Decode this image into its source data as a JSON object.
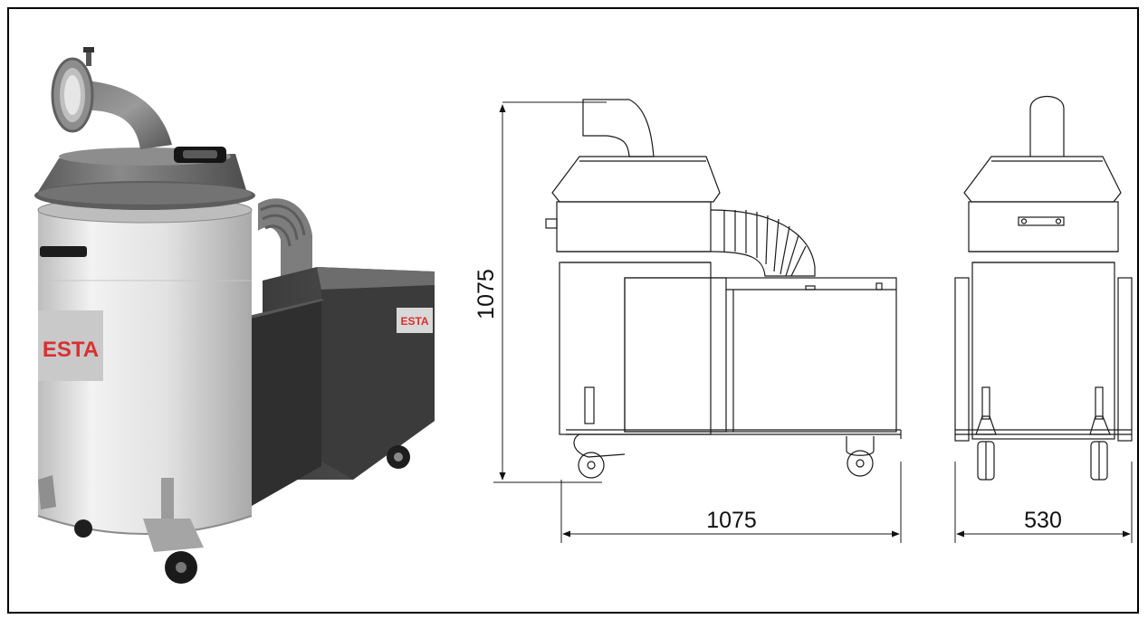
{
  "product": {
    "brand_label": "ESTA",
    "brand_color": "#d8312f"
  },
  "drawing": {
    "height_dimension": "1075",
    "length_dimension": "1075",
    "width_dimension": "530"
  },
  "colors": {
    "tank_body": "#e4e4e4",
    "housing_dark": "#4a4a4a",
    "lid_gray": "#6a6a6a",
    "line": "#1a1a1a"
  }
}
